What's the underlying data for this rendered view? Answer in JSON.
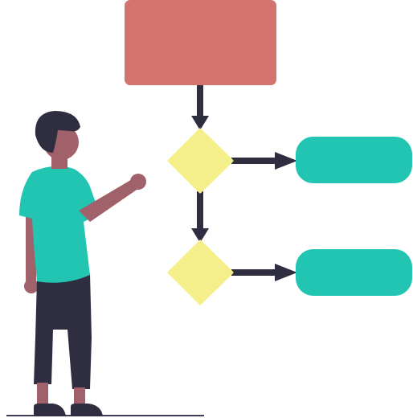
{
  "scene": "flowchart-person-illustration",
  "colors": {
    "process_box": "#d2736f",
    "decision": "#f4ef8a",
    "terminal": "#22c5b2",
    "connector": "#2f2e41",
    "shirt": "#22c5b2",
    "pants": "#2f2e41",
    "hair": "#2f2e41",
    "shoes": "#2f2e41",
    "skin": "#a0616a",
    "floor": "#3f3d56"
  },
  "flowchart": {
    "nodes": [
      {
        "id": "start-process",
        "shape": "rounded-rectangle",
        "label": ""
      },
      {
        "id": "decision-1",
        "shape": "diamond",
        "label": ""
      },
      {
        "id": "decision-2",
        "shape": "diamond",
        "label": ""
      },
      {
        "id": "output-1",
        "shape": "pill",
        "label": ""
      },
      {
        "id": "output-2",
        "shape": "pill",
        "label": ""
      }
    ],
    "edges": [
      {
        "from": "start-process",
        "to": "decision-1"
      },
      {
        "from": "decision-1",
        "to": "decision-2"
      },
      {
        "from": "decision-1",
        "to": "output-1"
      },
      {
        "from": "decision-2",
        "to": "output-2"
      }
    ]
  },
  "person": {
    "pose": "pointing-at-flowchart"
  }
}
